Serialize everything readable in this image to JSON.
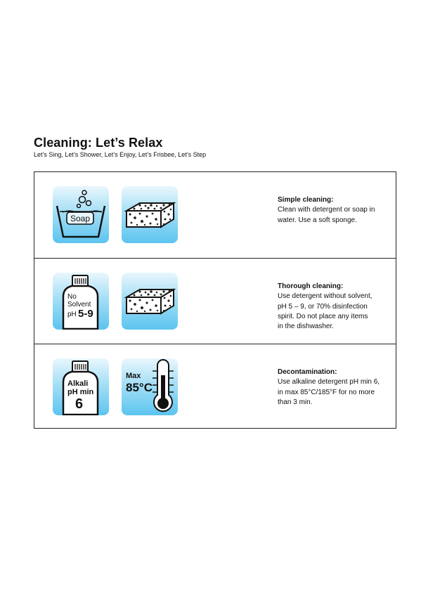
{
  "header": {
    "title": "Cleaning: Let’s Relax",
    "subtitle": "Let’s Sing, Let’s Shower, Let’s Enjoy, Let’s Frisbee, Let’s Step"
  },
  "colors": {
    "icon_top": "#e9f7fd",
    "icon_bottom": "#5cc4ef",
    "ink": "#111111"
  },
  "rows": [
    {
      "icons": [
        "soap-bowl-icon",
        "sponge-icon"
      ],
      "soap_label": "Soap",
      "heading": "Simple cleaning:",
      "lines": [
        "Clean with detergent or soap in",
        "water. Use a soft sponge."
      ]
    },
    {
      "icons": [
        "solvent-free-bottle-icon",
        "sponge-icon"
      ],
      "bottle_lines": [
        "No",
        "Solvent"
      ],
      "bottle_ph": "pH",
      "bottle_range": "5-9",
      "heading": "Thorough cleaning:",
      "lines": [
        "Use detergent without solvent,",
        "pH 5 – 9, or 70% disinfection",
        "spirit. Do not place any items",
        "in the dishwasher."
      ]
    },
    {
      "icons": [
        "alkali-bottle-icon",
        "thermometer-icon"
      ],
      "bottle_lines": [
        "Alkali",
        "pH min"
      ],
      "bottle_value": "6",
      "temp_label": "Max",
      "temp_value": "85°C",
      "heading": "Decontamination:",
      "lines": [
        "Use alkaline detergent pH min 6,",
        "in max 85°C/185°F for no more",
        "than 3 min."
      ]
    }
  ]
}
